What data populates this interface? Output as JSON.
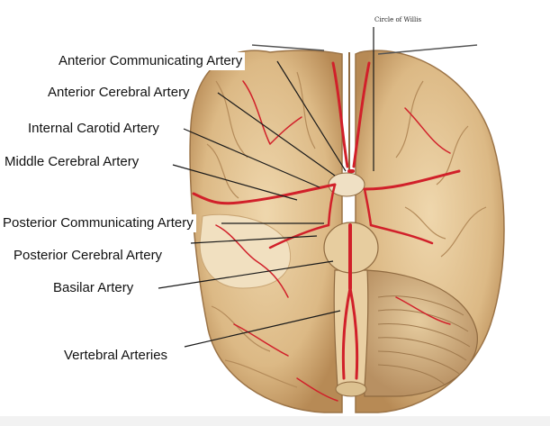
{
  "figure": {
    "corner_caption": "Circle of Willis",
    "labels": {
      "anterior_communicating": "Anterior Communicating Artery",
      "anterior_cerebral": "Anterior Cerebral Artery",
      "internal_carotid": "Internal Carotid Artery",
      "middle_cerebral": "Middle Cerebral Artery",
      "posterior_communicating": "Posterior Communicating Artery",
      "posterior_cerebral": "Posterior Cerebral Artery",
      "basilar": "Basilar Artery",
      "vertebral": "Vertebral Arteries"
    }
  },
  "colors": {
    "brain": "#e3c595",
    "brain_shadow": "#c79f6a",
    "artery": "#d1202a",
    "leader": "#1a1a1a"
  }
}
